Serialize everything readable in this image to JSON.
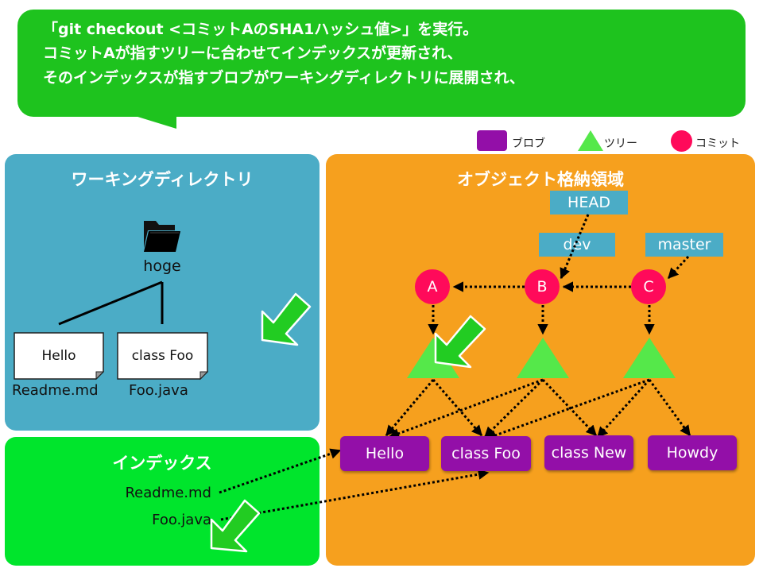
{
  "callout": {
    "line1": "「git checkout <コミットAのSHA1ハッシュ値>」を実行。",
    "line2": "コミットAが指すツリーに合わせてインデックスが更新され、",
    "line3": "そのインデックスが指すブロブがワーキングディレクトリに展開され、"
  },
  "legend": {
    "blob": "ブロブ",
    "tree": "ツリー",
    "commit": "コミット"
  },
  "working_directory": {
    "title": "ワーキングディレクトリ",
    "folder": "hoge",
    "files": [
      {
        "content": "Hello",
        "name": "Readme.md"
      },
      {
        "content": "class Foo",
        "name": "Foo.java"
      }
    ]
  },
  "index": {
    "title": "インデックス",
    "entries": [
      "Readme.md",
      "Foo.java"
    ]
  },
  "object_store": {
    "title": "オブジェクト格納領域",
    "refs": {
      "head": "HEAD",
      "dev": "dev",
      "master": "master"
    },
    "commits": [
      "A",
      "B",
      "C"
    ],
    "blobs": [
      "Hello",
      "class Foo",
      "class New",
      "Howdy"
    ]
  },
  "colors": {
    "bubble": "#1ec31e",
    "working_panel": "#4bacc6",
    "index_panel": "#00e52c",
    "object_panel": "#f6a01e",
    "blob": "#930fa8",
    "tree": "#55e84a",
    "commit": "#ff0a5a",
    "ref": "#4bacc6"
  }
}
